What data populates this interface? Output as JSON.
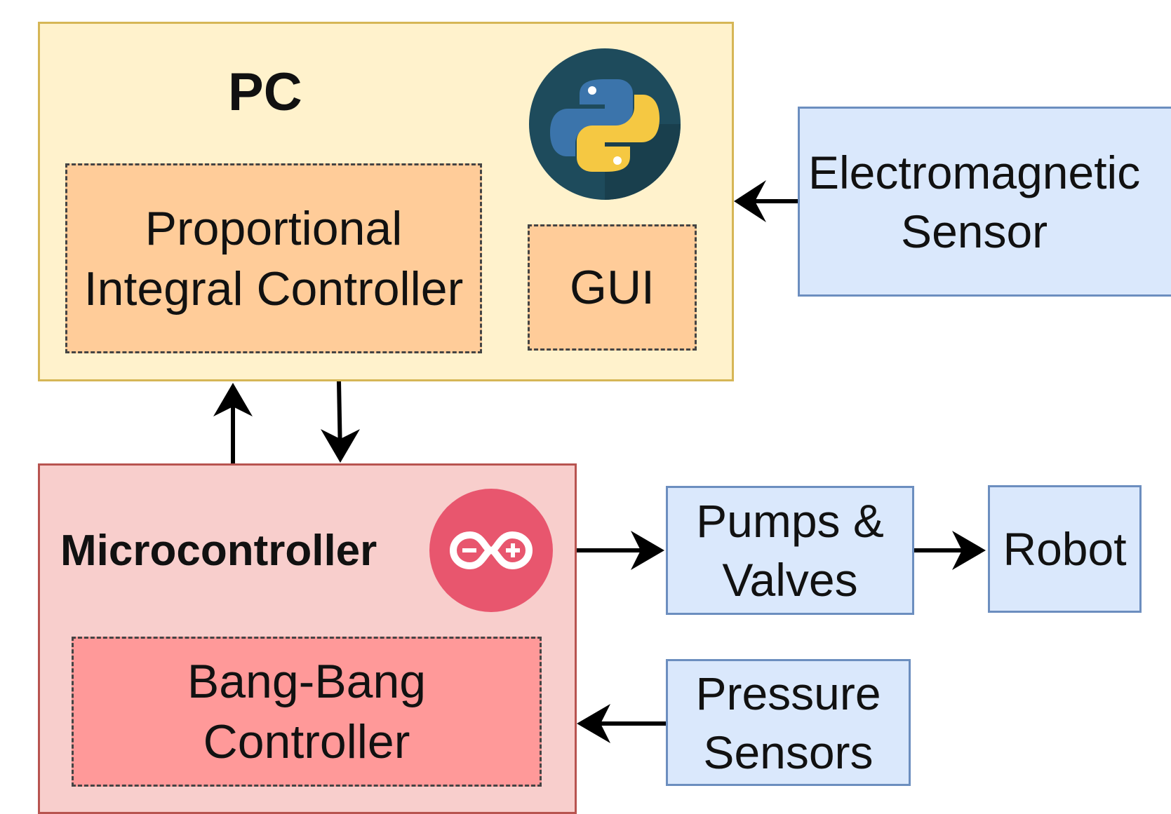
{
  "pc": {
    "title": "PC",
    "pi_controller": "Proportional\nIntegral Controller",
    "gui": "GUI",
    "python_logo": "python-logo"
  },
  "microcontroller": {
    "title": "Microcontroller",
    "bang_bang": "Bang-Bang\nController",
    "arduino_logo": "arduino-logo"
  },
  "nodes": {
    "em_sensor": "Electromagnetic\nSensor",
    "pumps": "Pumps &\nValves",
    "robot": "Robot",
    "pressure": "Pressure\nSensors"
  },
  "colors": {
    "pc_fill": "#fff2cc",
    "pc_border": "#d6b656",
    "mcu_fill": "#f8cecc",
    "mcu_border": "#b85450",
    "node_fill": "#dae8fc",
    "node_border": "#6c8ebf",
    "inner_orange": "#ffcc99",
    "inner_red": "#ff9999"
  }
}
